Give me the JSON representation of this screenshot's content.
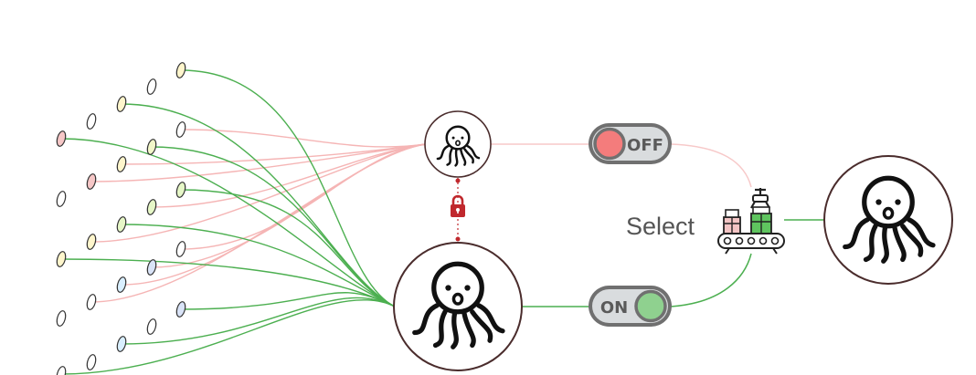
{
  "labels": {
    "select": "Select"
  },
  "toggles": {
    "off": {
      "text": "OFF",
      "knob_color": "#f47c7c",
      "state": "off"
    },
    "on": {
      "text": "ON",
      "knob_color": "#8fd18f",
      "state": "on"
    }
  },
  "icons": {
    "source_nodes": "source-node-icon",
    "octopus": "octopus-icon",
    "lock": "lock-icon",
    "factory": "conveyor-factory-icon"
  },
  "colors": {
    "green_link": "#4caf50",
    "red_link": "#f5b5b5",
    "dark_red": "#c0282d",
    "circle_border": "#4a2c2c",
    "toggle_border": "#707070",
    "toggle_fill": "#d9dcde"
  }
}
